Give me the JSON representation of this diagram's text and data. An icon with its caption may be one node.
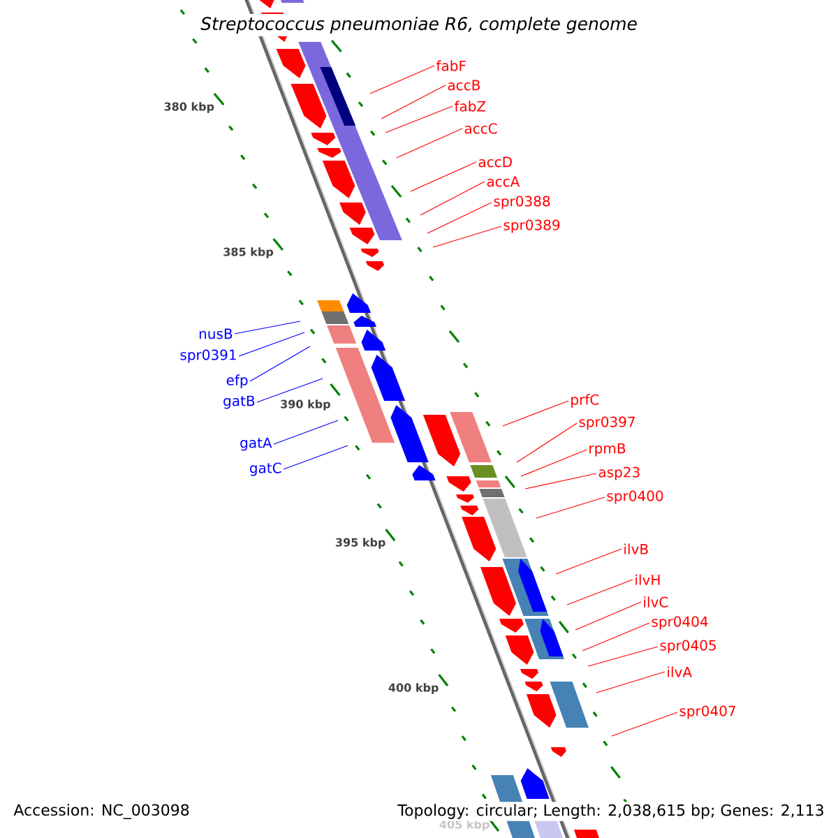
{
  "diagram": {
    "title": "Streptococcus pneumoniae R6, complete genome",
    "nodes": [
      {
        "text": [
          "fabF"
        ]
      },
      {
        "text": [
          "accB"
        ]
      },
      {
        "text": [
          "fabZ"
        ]
      },
      {
        "text": [
          "accC"
        ]
      },
      {
        "text": [
          "accD"
        ]
      },
      {
        "text": [
          "accA"
        ]
      },
      {
        "text": [
          "spr0388"
        ]
      },
      {
        "text": [
          "spr0389"
        ]
      },
      {
        "text": [
          "nusB"
        ]
      },
      {
        "text": [
          "spr0391"
        ]
      },
      {
        "text": [
          "efp"
        ]
      },
      {
        "text": [
          "gatB"
        ]
      },
      {
        "text": [
          "gatA"
        ]
      },
      {
        "text": [
          "gatC"
        ]
      },
      {
        "text": [
          "prfC"
        ]
      },
      {
        "text": [
          "spr0397"
        ]
      },
      {
        "text": [
          "rpmB"
        ]
      },
      {
        "text": [
          "asp23"
        ]
      },
      {
        "text": [
          "spr0400"
        ]
      },
      {
        "text": [
          "ilvB"
        ]
      },
      {
        "text": [
          "ilvH"
        ]
      },
      {
        "text": [
          "ilvC"
        ]
      },
      {
        "text": [
          "spr0404"
        ]
      },
      {
        "text": [
          "spr0405"
        ]
      },
      {
        "text": [
          "ilvA"
        ]
      },
      {
        "text": [
          "spr0407"
        ]
      }
    ],
    "edges": [
      {
        "from": 0,
        "to": null,
        "arrow": "none"
      },
      {
        "from": 1,
        "to": null,
        "arrow": "none"
      },
      {
        "from": 2,
        "to": null,
        "arrow": "none"
      },
      {
        "from": 3,
        "to": null,
        "arrow": "none"
      },
      {
        "from": 4,
        "to": null,
        "arrow": "none"
      },
      {
        "from": 5,
        "to": null,
        "arrow": "none"
      },
      {
        "from": 6,
        "to": null,
        "arrow": "none"
      },
      {
        "from": 7,
        "to": null,
        "arrow": "none"
      },
      {
        "from": 8,
        "to": null,
        "arrow": "none",
        "color": "#0000ff"
      },
      {
        "from": 9,
        "to": null,
        "arrow": "none",
        "color": "#0000ff"
      },
      {
        "from": 10,
        "to": null,
        "arrow": "none",
        "color": "#0000ff"
      },
      {
        "from": 11,
        "to": null,
        "arrow": "none",
        "color": "#0000ff"
      },
      {
        "from": 12,
        "to": null,
        "arrow": "none",
        "color": "#0000ff"
      },
      {
        "from": 13,
        "to": null,
        "arrow": "none",
        "color": "#0000ff"
      },
      {
        "from": 14,
        "to": null,
        "arrow": "none"
      },
      {
        "from": 15,
        "to": null,
        "arrow": "none"
      },
      {
        "from": 16,
        "to": null,
        "arrow": "none"
      },
      {
        "from": 17,
        "to": null,
        "arrow": "none"
      },
      {
        "from": 18,
        "to": null,
        "arrow": "none"
      },
      {
        "from": 19,
        "to": null,
        "arrow": "none"
      },
      {
        "from": 20,
        "to": null,
        "arrow": "none"
      },
      {
        "from": 21,
        "to": null,
        "arrow": "none"
      },
      {
        "from": 22,
        "to": null,
        "arrow": "none"
      },
      {
        "from": 23,
        "to": null,
        "arrow": "none"
      },
      {
        "from": 24,
        "to": null,
        "arrow": "none"
      },
      {
        "from": 25,
        "to": null,
        "arrow": "none"
      }
    ],
    "labels": [
      "380 kbp",
      "385 kbp",
      "390 kbp",
      "395 kbp",
      "400 kbp",
      "405 kbp",
      "Accession: NC_003098",
      "Topology: circular; Length: 2,038,615 bp; Genes: 2,113"
    ]
  }
}
